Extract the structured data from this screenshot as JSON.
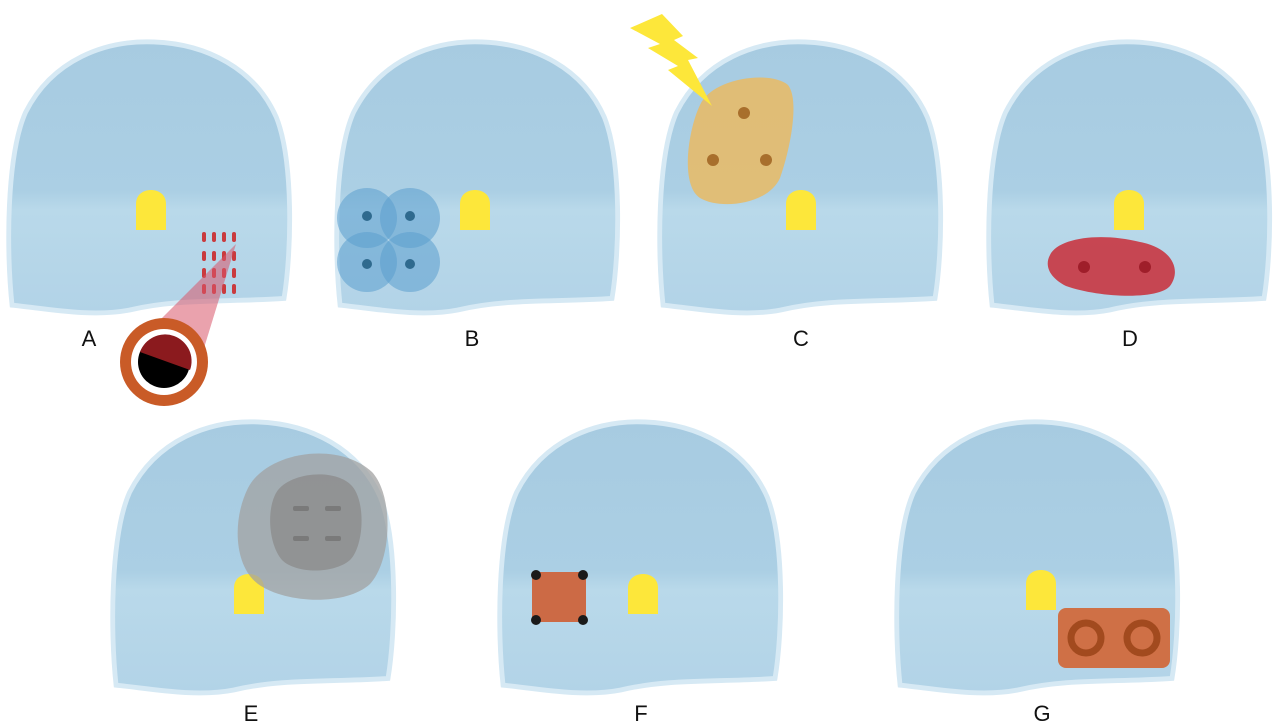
{
  "panels": [
    {
      "label": "A"
    },
    {
      "label": "B"
    },
    {
      "label": "C"
    },
    {
      "label": "D"
    },
    {
      "label": "E"
    },
    {
      "label": "F"
    },
    {
      "label": "G"
    }
  ],
  "colors": {
    "head_fill": "#a9cce2",
    "head_edge": "#d9ebf5",
    "marker_yellow": "#fde73a",
    "panel_b_blue": "#5b9fcd",
    "panel_c_ochre": "#e6bb6a",
    "panel_d_red": "#c83a44",
    "panel_e_gray": "#9a9a9a",
    "panel_f_copper": "#cc6a45",
    "panel_g_copper": "#cf7046",
    "panel_a_ring": "#c95b27",
    "panel_a_dark_red": "#8b1a1e"
  }
}
